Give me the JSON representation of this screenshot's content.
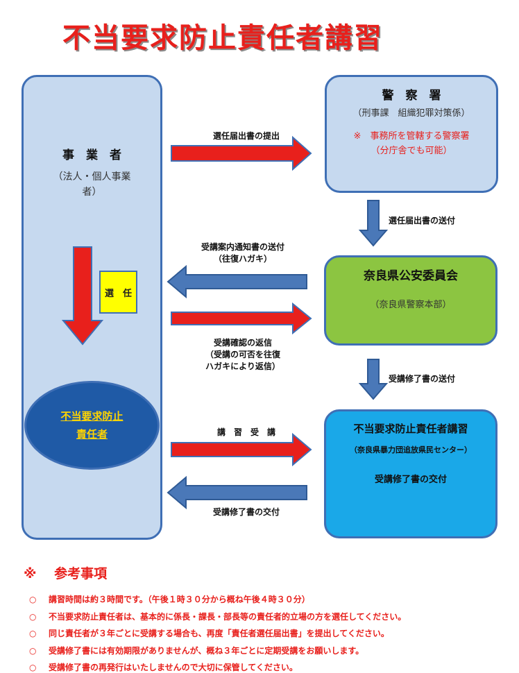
{
  "title": "不当要求防止責任者講習",
  "business": {
    "name": "事　業　者",
    "sub_line1": "（法人・個人事業",
    "sub_line2": "者）",
    "selection": "選　任",
    "manager_line1": "不当要求防止",
    "manager_line2": "責任者"
  },
  "police": {
    "name": "警　察　署",
    "dept": "（刑事課　組織犯罪対策係）",
    "note_line1": "※　事務所を管轄する警察署",
    "note_line2": "（分庁舎でも可能）"
  },
  "commission": {
    "name": "奈良県公安委員会",
    "sub": "（奈良県警察本部）"
  },
  "course": {
    "name": "不当要求防止責任者講習",
    "sub": "（奈良県暴力団追放県民センター）",
    "issue": "受講修了書の交付"
  },
  "arrows": {
    "submit": "選任届出書の提出",
    "send_form": "選任届出書の送付",
    "notice_line1": "受講案内通知書の送付",
    "notice_line2": "（往復ハガキ）",
    "reply_line1": "受講確認の返信",
    "reply_line2": "（受講の可否を往復",
    "reply_line3": "ハガキにより返信）",
    "send_cert": "受講修了書の送付",
    "attend": "講　習　受　講",
    "issue_cert": "受講修了書の交付"
  },
  "notes": {
    "heading": "※　 参考事項",
    "bullet": "○",
    "items": [
      "講習時間は約３時間です。（午後１時３０分から概ね午後４時３０分）",
      "不当要求防止責任者は、基本的に係長・課長・部長等の責任者的立場の方を選任してください。",
      "同じ責任者が３年ごとに受講する場合も、再度「責任者選任届出書」を提出してください。",
      "受講修了書には有効期限がありませんが、概ね３年ごとに定期受講をお願いします。",
      "受講修了書の再発行はいたしませんので大切に保管してください。"
    ]
  },
  "colors": {
    "red_arrow": "#e8201c",
    "blue_arrow": "#4a78b8",
    "box_border": "#3f6fb5"
  }
}
